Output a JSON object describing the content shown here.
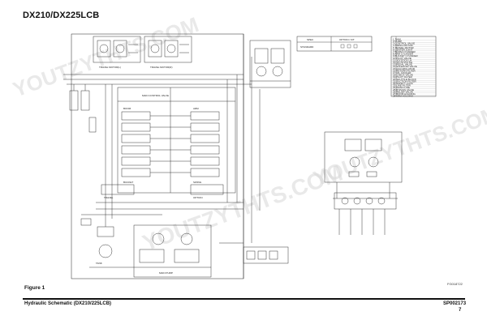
{
  "document": {
    "title": "DX210/DX225LCB",
    "figure_label": "Figure 1",
    "figure_code": "FG018722",
    "footer_left": "Hydraulic Schematic (DX210/225LCB)",
    "footer_right": "SP002173",
    "page_number": "7"
  },
  "watermark": {
    "text": "YOUTZYTHTS.COM"
  },
  "diagram": {
    "labels": {
      "travel_motor_left": "TRAVEL MOTOR(L)",
      "travel_motor_right": "TRAVEL MOTOR(R)",
      "boom": "BOOM",
      "arm": "ARM",
      "bucket": "BUCKET",
      "swing": "SWING",
      "travel": "TRAVEL",
      "option": "OPTION",
      "main_control_valve": "MAIN CONTROL VALVE",
      "pump": "MAIN PUMP",
      "tank": "TANK"
    },
    "legend_table": {
      "headers": [
        "SPEC",
        "OPTION / KIT"
      ],
      "row": "STANDARD"
    },
    "parts_list": [
      "1 TANK",
      "2 PUMP",
      "3 CONTROL VALVE",
      "4 SWING MOTOR",
      "5 TRAVEL MOTOR",
      "6 CENTER JOINT",
      "7 BOOM CYLINDER",
      "8 ARM CYLINDER",
      "9 BUCKET CYLINDER",
      "10 PILOT VALVE",
      "11 JOYSTICK LH",
      "12 JOYSTICK RH",
      "13 PEDAL VALVE",
      "14 SOLENOID VALVE",
      "15 ACCUMULATOR",
      "16 RETURN FILTER",
      "17 OIL COOLER",
      "18 CHECK VALVE",
      "19 PILOT FILTER",
      "20 SHUTTLE BLOCK",
      "21 SUCTION FILTER",
      "22 SAFETY LOCK",
      "23 LINE FILTER",
      "24 DRAIN LINE",
      "25 BYPASS VALVE",
      "26 RELIEF VALVE",
      "27 BOOM HOLDING",
      "28 ARM HOLDING"
    ]
  }
}
